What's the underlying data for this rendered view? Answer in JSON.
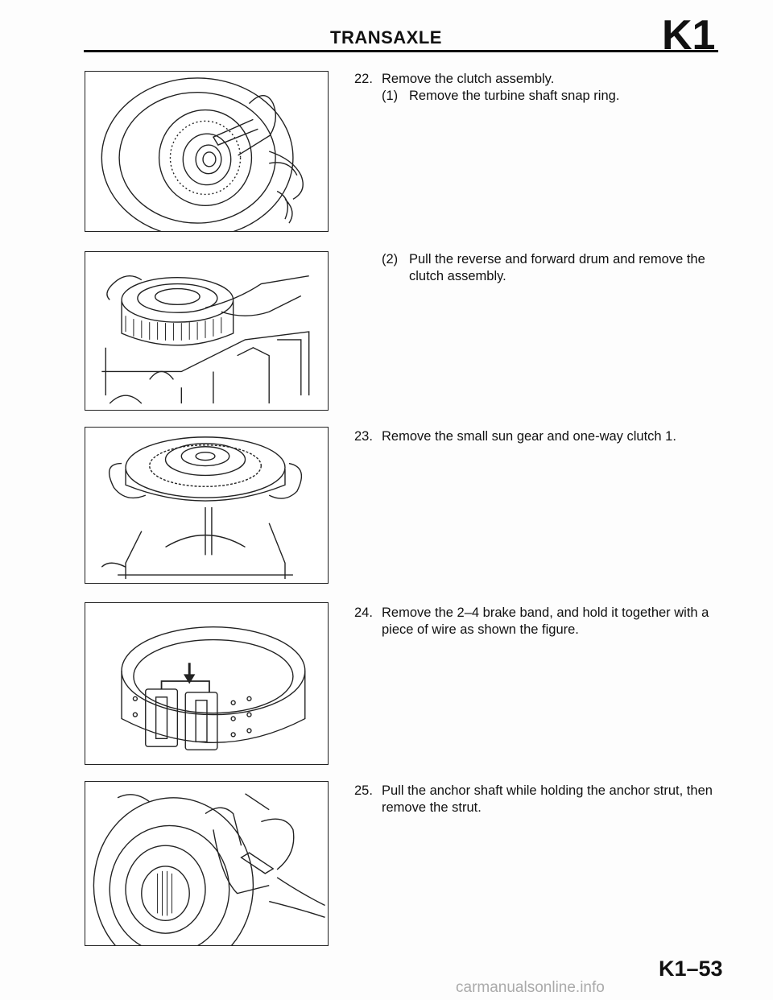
{
  "header": {
    "section_title": "TRANSAXLE",
    "section_code": "K1"
  },
  "steps": [
    {
      "num": "22.",
      "text": "Remove the clutch assembly.",
      "substeps": [
        {
          "num": "(1)",
          "text": "Remove the turbine shaft snap ring."
        }
      ]
    },
    {
      "num": "",
      "text": "",
      "substeps": [
        {
          "num": "(2)",
          "text": "Pull the reverse and forward drum and remove the clutch assembly."
        }
      ]
    },
    {
      "num": "23.",
      "text": "Remove the small sun gear and one-way clutch 1.",
      "substeps": []
    },
    {
      "num": "24.",
      "text": "Remove the 2–4 brake band, and hold it together with a piece of wire as shown the figure.",
      "substeps": []
    },
    {
      "num": "25.",
      "text": "Pull the anchor shaft while holding the anchor strut, then remove the strut.",
      "substeps": []
    }
  ],
  "footer": {
    "page_code": "K1–53",
    "watermark": "carmanualsonline.info"
  }
}
